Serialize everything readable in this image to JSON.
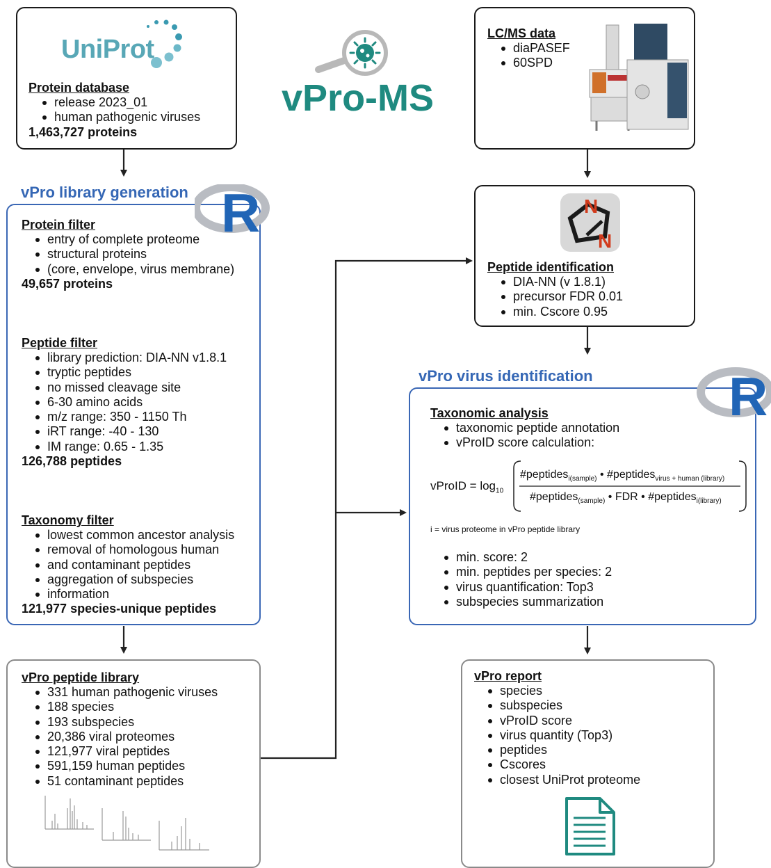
{
  "logo": {
    "uniprot": "UniProt",
    "app_title": "vPro-MS"
  },
  "protein_db": {
    "title": "Protein database",
    "items": [
      "release 2023_01",
      "human pathogenic viruses"
    ],
    "summary": "1,463,727 proteins"
  },
  "lcms": {
    "title": "LC/MS data",
    "items": [
      "diaPASEF",
      "60SPD"
    ]
  },
  "library_generation": {
    "heading": "vPro library generation",
    "protein_filter": {
      "title": "Protein filter",
      "items": [
        "entry of complete proteome",
        "structural proteins"
      ],
      "item_continuation": "(core, envelope, virus membrane)",
      "summary": "49,657 proteins"
    },
    "peptide_filter": {
      "title": "Peptide filter",
      "items": [
        "library prediction: DIA-NN v1.8.1",
        "tryptic peptides",
        "no missed cleavage site",
        "6-30 amino acids",
        "m/z range: 350 - 1150 Th",
        "iRT range: -40 - 130",
        "IM range: 0.65 - 1.35"
      ],
      "summary": "126,788 peptides"
    },
    "taxonomy_filter": {
      "title": "Taxonomy filter",
      "item1": "lowest common ancestor analysis",
      "item2a": "removal of homologous human",
      "item2b": "and contaminant peptides",
      "item3a": "aggregation of subspecies",
      "item3b": "information",
      "summary": "121,977 species-unique peptides"
    }
  },
  "peptide_id": {
    "title": "Peptide identification",
    "items": [
      "DIA-NN (v 1.8.1)",
      "precursor FDR 0.01",
      "min. Cscore 0.95"
    ]
  },
  "virus_id": {
    "heading": "vPro virus identification",
    "taxonomic_analysis": {
      "title": "Taxonomic analysis",
      "items": [
        "taxonomic peptide annotation",
        "vProID score calculation:"
      ]
    },
    "formula": {
      "lhs": "vProID = log",
      "log_base": "10",
      "num_a": "#peptides",
      "num_a_sub": "i(sample)",
      "num_b": "#peptides",
      "num_b_sub": "virus + human (library)",
      "den_a": "#peptides",
      "den_a_sub": "(sample)",
      "den_mid": "FDR",
      "den_b": "#peptides",
      "den_b_sub": "i(library)",
      "dot": "•"
    },
    "note": "i = virus proteome in vPro peptide library",
    "items": [
      "min. score: 2",
      "min. peptides per species: 2",
      "virus quantification: Top3",
      "subspecies summarization"
    ]
  },
  "peptide_library": {
    "title": "vPro peptide library",
    "items": [
      "331 human pathogenic viruses",
      "188 species",
      "193 subspecies",
      "20,386 viral proteomes",
      "121,977 viral peptides",
      "591,159 human peptides",
      "51 contaminant peptides"
    ]
  },
  "report": {
    "title": "vPro report",
    "items": [
      "species",
      "subspecies",
      "vProID score",
      "virus quantity (Top3)",
      "peptides",
      "Cscores",
      "closest UniProt proteome"
    ]
  },
  "r_logo": "R",
  "colors": {
    "heading_blue": "#3567b5",
    "uniprot_teal": "#58a7b6",
    "vpro_green": "#1f8a80",
    "box_blue": "#3a67b5"
  }
}
